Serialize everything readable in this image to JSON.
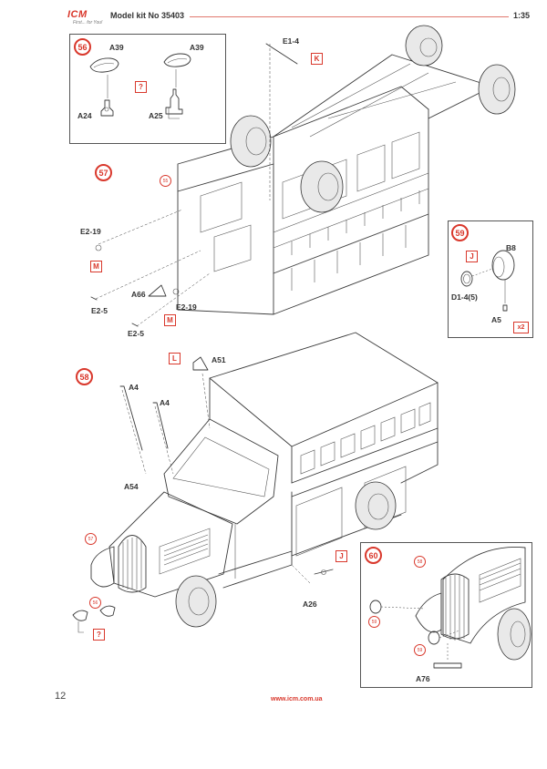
{
  "header": {
    "logo": "ICM",
    "logo_tagline": "First... for You!",
    "title": "Model kit No 35403",
    "scale": "1:35"
  },
  "footer": {
    "page_number": "12",
    "url": "www.icm.com.ua"
  },
  "steps": {
    "s56": {
      "number": "56",
      "parts": {
        "a39_left": "A39",
        "a39_right": "A39",
        "a24": "A24",
        "a25": "A25"
      },
      "color_code": "?"
    },
    "s57": {
      "number": "57",
      "ref_55": "55",
      "parts": {
        "e1_4": "E1-4",
        "e2_19_left": "E2-19",
        "e2_19_right": "E2-19",
        "a66": "A66",
        "e2_5_left": "E2-5",
        "e2_5_right": "E2-5"
      },
      "colors": {
        "k": "K",
        "m_left": "M",
        "m_right": "M"
      }
    },
    "s58": {
      "number": "58",
      "ref_57": "57",
      "ref_56": "56",
      "parts": {
        "a51": "A51",
        "a4_left": "A4",
        "a4_right": "A4",
        "a54": "A54",
        "a26": "A26"
      },
      "colors": {
        "l": "L",
        "j": "J",
        "q": "?"
      }
    },
    "s59": {
      "number": "59",
      "parts": {
        "b8": "B8",
        "d1_4": "D1-4(5)",
        "a5": "A5"
      },
      "colors": {
        "j": "J",
        "x2": "x2"
      }
    },
    "s60": {
      "number": "60",
      "ref_58": "58",
      "ref_59_top": "59",
      "ref_59_bottom": "59",
      "parts": {
        "a76": "A76"
      }
    }
  }
}
